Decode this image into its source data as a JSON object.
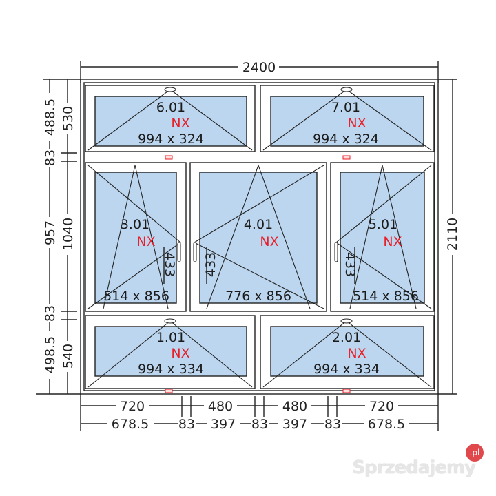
{
  "dimensions": {
    "overall_width": "2400",
    "overall_height": "2110",
    "left_outer": [
      "488.5",
      "83",
      "957",
      "83",
      "498.5"
    ],
    "left_inner": [
      "530",
      "1040",
      "540"
    ],
    "bottom_upper": [
      "720",
      "480",
      "480",
      "720"
    ],
    "bottom_lower": [
      "678.5",
      "83",
      "397",
      "83",
      "397",
      "83",
      "678.5"
    ],
    "handle_heights": [
      "433",
      "433",
      "433"
    ]
  },
  "sashes": [
    {
      "id": "6.01",
      "type": "NX",
      "size": "994 x 324"
    },
    {
      "id": "7.01",
      "type": "NX",
      "size": "994 x 324"
    },
    {
      "id": "3.01",
      "type": "NX",
      "size": "514 x 856"
    },
    {
      "id": "4.01",
      "type": "NX",
      "size": "776 x 856"
    },
    {
      "id": "5.01",
      "type": "NX",
      "size": "514 x 856"
    },
    {
      "id": "1.01",
      "type": "NX",
      "size": "994 x 334"
    },
    {
      "id": "2.01",
      "type": "NX",
      "size": "994 x 334"
    }
  ],
  "colors": {
    "glass": "#bcd6ef",
    "label_accent": "#e8202a",
    "line": "#222222"
  },
  "watermark": {
    "text": "Sprzedajemy",
    "suffix": ".pl"
  }
}
